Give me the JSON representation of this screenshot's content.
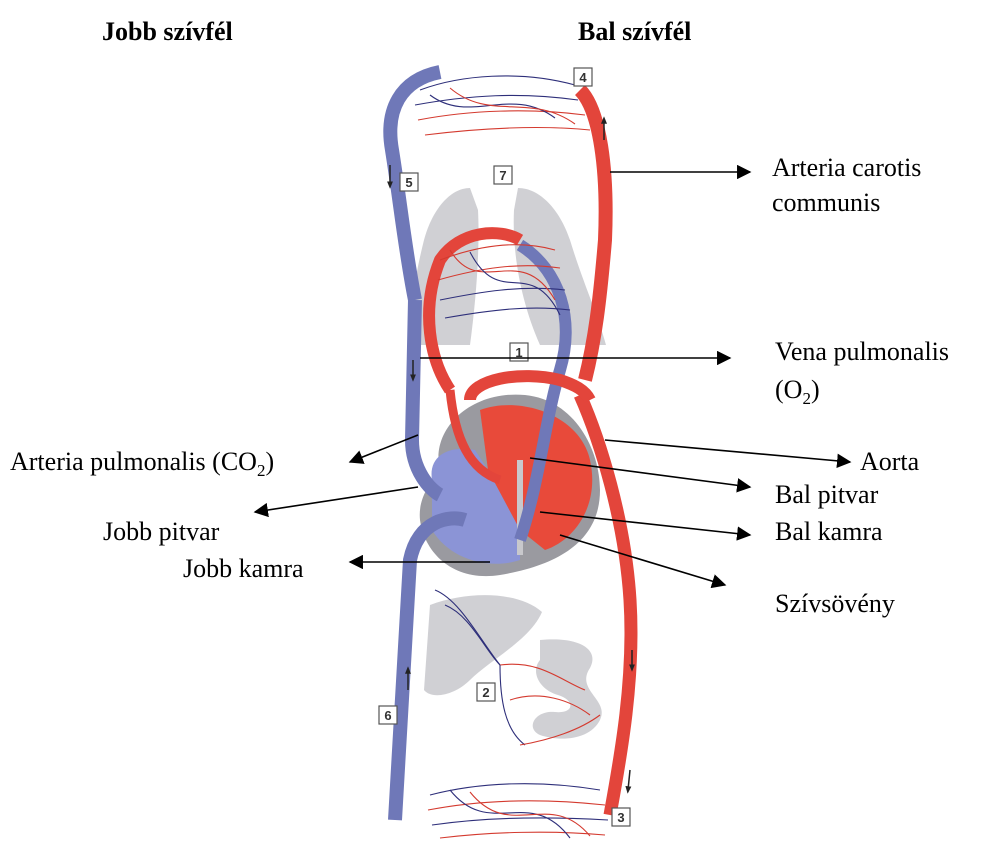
{
  "headers": {
    "right_heart": "Jobb szívfél",
    "left_heart": "Bal szívfél"
  },
  "labels": {
    "carotis_line1": "Arteria carotis",
    "carotis_line2": "communis",
    "vena_pulm_line1": "Vena pulmonalis",
    "vena_pulm_line2_open": "(O",
    "vena_pulm_line2_sub": "2",
    "vena_pulm_line2_close": ")",
    "art_pulm_main": "Arteria pulmonalis (CO",
    "art_pulm_sub": "2",
    "art_pulm_close": ")",
    "aorta": "Aorta",
    "bal_pitvar": "Bal pitvar",
    "bal_kamra": "Bal kamra",
    "szivsoveny": "Szívsövény",
    "jobb_pitvar": "Jobb pitvar",
    "jobb_kamra": "Jobb kamra"
  },
  "numbers": {
    "n1": "1",
    "n2": "2",
    "n3": "3",
    "n4": "4",
    "n5": "5",
    "n6": "6",
    "n7": "7"
  },
  "colors": {
    "oxygenated": "#e3453b",
    "deoxygenated": "#6f78b8",
    "organ": "#c8c8cc"
  }
}
